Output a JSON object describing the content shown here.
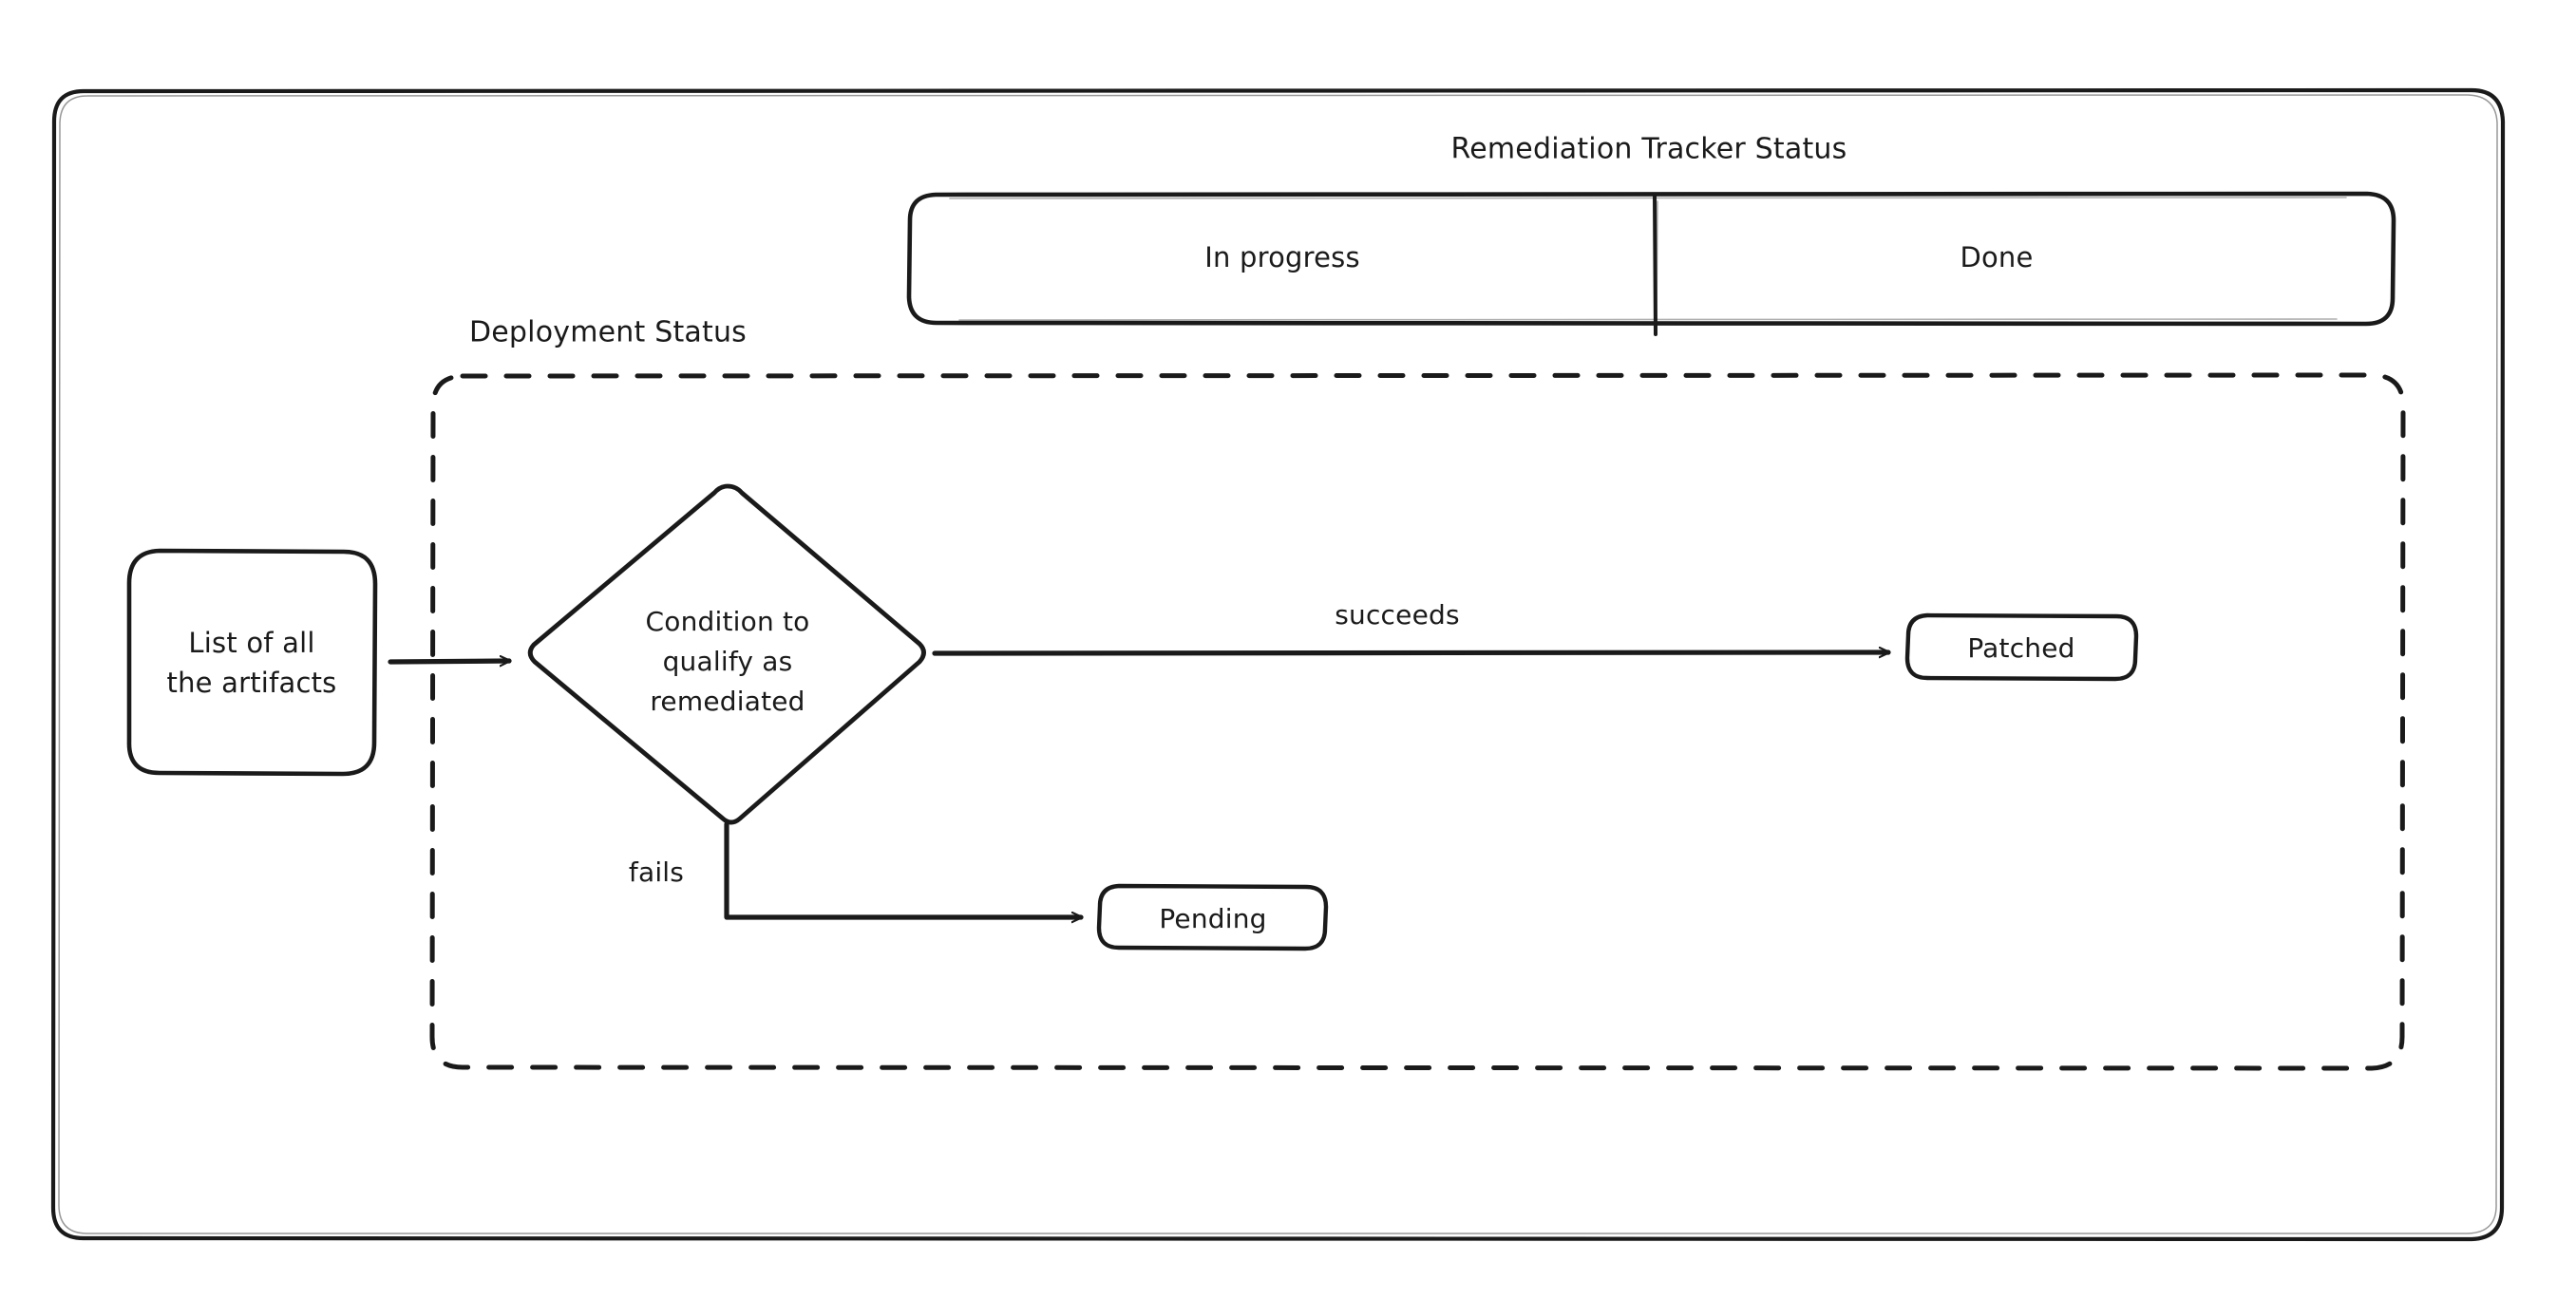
{
  "diagram": {
    "title": "Remediation Tracker Status",
    "style": "hand-drawn-sketch",
    "stroke_color": "#1a1a1a",
    "background_color": "#ffffff"
  },
  "tracker_bar": {
    "label": "Remediation Tracker Status",
    "segments": [
      {
        "label": "In progress"
      },
      {
        "label": "Done"
      }
    ]
  },
  "deployment_group": {
    "label": "Deployment Status"
  },
  "nodes": {
    "artifacts": {
      "line1": "List of all",
      "line2": "the artifacts"
    },
    "condition": {
      "line1": "Condition to",
      "line2": "qualify as",
      "line3": "remediated"
    },
    "patched": {
      "label": "Patched"
    },
    "pending": {
      "label": "Pending"
    }
  },
  "edges": {
    "artifacts_to_condition": {
      "label": ""
    },
    "condition_to_patched": {
      "label": "succeeds"
    },
    "condition_to_pending": {
      "label": "fails"
    }
  }
}
